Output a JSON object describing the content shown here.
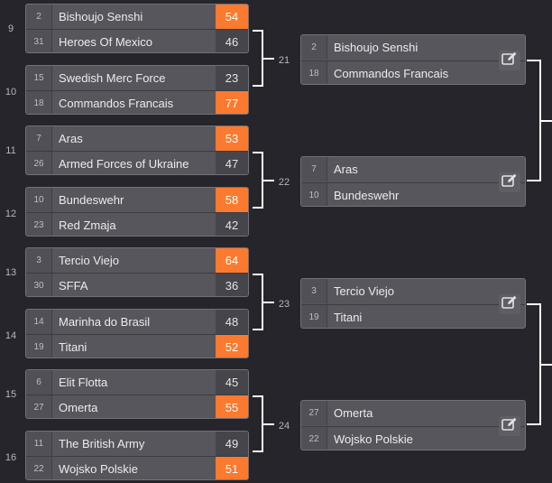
{
  "round1": [
    {
      "number": "9",
      "teams": [
        {
          "seed": "2",
          "name": "Bishoujo Senshi",
          "score": "54",
          "win": true
        },
        {
          "seed": "31",
          "name": "Heroes Of Mexico",
          "score": "46",
          "win": false
        }
      ]
    },
    {
      "number": "10",
      "teams": [
        {
          "seed": "15",
          "name": "Swedish Merc Force",
          "score": "23",
          "win": false
        },
        {
          "seed": "18",
          "name": "Commandos Francais",
          "score": "77",
          "win": true
        }
      ]
    },
    {
      "number": "11",
      "teams": [
        {
          "seed": "7",
          "name": "Aras",
          "score": "53",
          "win": true
        },
        {
          "seed": "26",
          "name": "Armed Forces of Ukraine",
          "score": "47",
          "win": false
        }
      ]
    },
    {
      "number": "12",
      "teams": [
        {
          "seed": "10",
          "name": "Bundeswehr",
          "score": "58",
          "win": true
        },
        {
          "seed": "23",
          "name": "Red Zmaja",
          "score": "42",
          "win": false
        }
      ]
    },
    {
      "number": "13",
      "teams": [
        {
          "seed": "3",
          "name": "Tercio Viejo",
          "score": "64",
          "win": true
        },
        {
          "seed": "30",
          "name": "SFFA",
          "score": "36",
          "win": false
        }
      ]
    },
    {
      "number": "14",
      "teams": [
        {
          "seed": "14",
          "name": "Marinha do Brasil",
          "score": "48",
          "win": false
        },
        {
          "seed": "19",
          "name": "Titani",
          "score": "52",
          "win": true
        }
      ]
    },
    {
      "number": "15",
      "teams": [
        {
          "seed": "6",
          "name": "Elit Flotta",
          "score": "45",
          "win": false
        },
        {
          "seed": "27",
          "name": "Omerta",
          "score": "55",
          "win": true
        }
      ]
    },
    {
      "number": "16",
      "teams": [
        {
          "seed": "11",
          "name": "The British Army",
          "score": "49",
          "win": false
        },
        {
          "seed": "22",
          "name": "Wojsko Polskie",
          "score": "51",
          "win": true
        }
      ]
    }
  ],
  "round2": [
    {
      "number": "21",
      "teams": [
        {
          "seed": "2",
          "name": "Bishoujo Senshi"
        },
        {
          "seed": "18",
          "name": "Commandos Francais"
        }
      ]
    },
    {
      "number": "22",
      "teams": [
        {
          "seed": "7",
          "name": "Aras"
        },
        {
          "seed": "10",
          "name": "Bundeswehr"
        }
      ]
    },
    {
      "number": "23",
      "teams": [
        {
          "seed": "3",
          "name": "Tercio Viejo"
        },
        {
          "seed": "19",
          "name": "Titani"
        }
      ]
    },
    {
      "number": "24",
      "teams": [
        {
          "seed": "27",
          "name": "Omerta"
        },
        {
          "seed": "22",
          "name": "Wojsko Polskie"
        }
      ]
    }
  ],
  "icons": {
    "edit": "edit-icon"
  },
  "colors": {
    "background": "#25252b",
    "winner_score": "#fb7a2f",
    "connector": "#ffffff"
  }
}
